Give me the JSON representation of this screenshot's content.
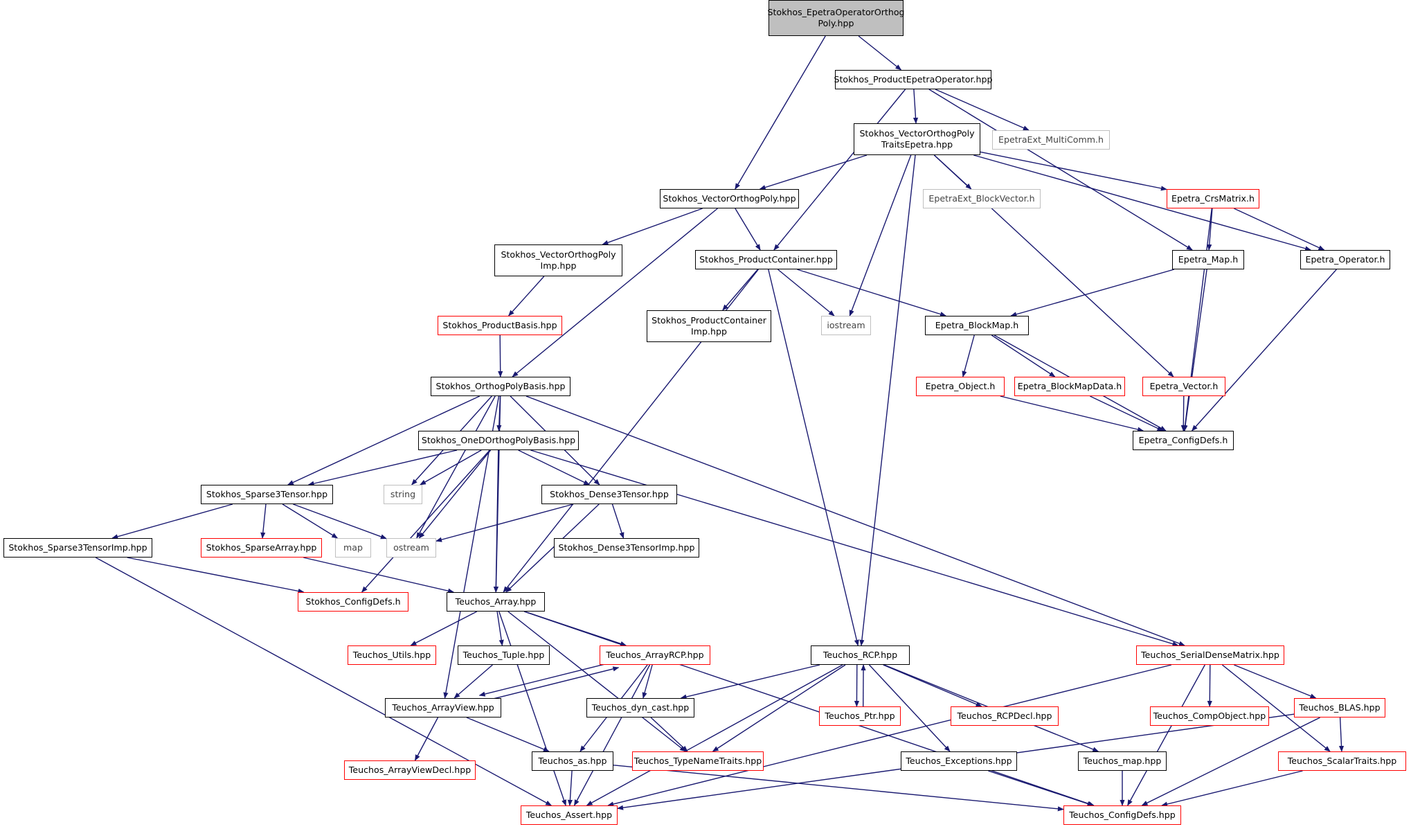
{
  "palette": {
    "edge": "#191970",
    "border": "#000000",
    "border_incomplete": "#ff0000",
    "border_external": "#bfbfbf",
    "focus_fill": "#bfbfbf"
  },
  "nodes": [
    {
      "id": "n0",
      "label": "Stokhos_EpetraOperatorOrthog\nPoly.hpp",
      "style": "focus"
    },
    {
      "id": "n1",
      "label": "Stokhos_ProductEpetraOperator.hpp",
      "style": "normal"
    },
    {
      "id": "n2",
      "label": "Stokhos_VectorOrthogPoly\nTraitsEpetra.hpp",
      "style": "normal"
    },
    {
      "id": "n3",
      "label": "EpetraExt_MultiComm.h",
      "style": "grey"
    },
    {
      "id": "n4",
      "label": "Stokhos_VectorOrthogPoly.hpp",
      "style": "normal"
    },
    {
      "id": "n5",
      "label": "EpetraExt_BlockVector.h",
      "style": "grey"
    },
    {
      "id": "n6",
      "label": "Epetra_CrsMatrix.h",
      "style": "red"
    },
    {
      "id": "n7",
      "label": "Stokhos_VectorOrthogPoly\nImp.hpp",
      "style": "normal"
    },
    {
      "id": "n8",
      "label": "Stokhos_ProductContainer.hpp",
      "style": "normal"
    },
    {
      "id": "n9",
      "label": "Epetra_Map.h",
      "style": "normal"
    },
    {
      "id": "n10",
      "label": "Epetra_Operator.h",
      "style": "normal"
    },
    {
      "id": "n11",
      "label": "Stokhos_ProductBasis.hpp",
      "style": "red"
    },
    {
      "id": "n12",
      "label": "Stokhos_ProductContainer\nImp.hpp",
      "style": "normal"
    },
    {
      "id": "n13",
      "label": "iostream",
      "style": "grey"
    },
    {
      "id": "n14",
      "label": "Epetra_BlockMap.h",
      "style": "normal"
    },
    {
      "id": "n15",
      "label": "Stokhos_OrthogPolyBasis.hpp",
      "style": "normal"
    },
    {
      "id": "n16",
      "label": "Epetra_Object.h",
      "style": "red"
    },
    {
      "id": "n17",
      "label": "Epetra_BlockMapData.h",
      "style": "red"
    },
    {
      "id": "n18",
      "label": "Epetra_Vector.h",
      "style": "red"
    },
    {
      "id": "n19",
      "label": "Epetra_ConfigDefs.h",
      "style": "normal"
    },
    {
      "id": "n20",
      "label": "Stokhos_OneDOrthogPolyBasis.hpp",
      "style": "normal"
    },
    {
      "id": "n21",
      "label": "Stokhos_Sparse3Tensor.hpp",
      "style": "normal"
    },
    {
      "id": "n22",
      "label": "string",
      "style": "grey"
    },
    {
      "id": "n23",
      "label": "Stokhos_Dense3Tensor.hpp",
      "style": "normal"
    },
    {
      "id": "n24",
      "label": "Stokhos_Sparse3TensorImp.hpp",
      "style": "normal"
    },
    {
      "id": "n25",
      "label": "Stokhos_SparseArray.hpp",
      "style": "red"
    },
    {
      "id": "n26",
      "label": "map",
      "style": "grey"
    },
    {
      "id": "n27",
      "label": "ostream",
      "style": "grey"
    },
    {
      "id": "n28",
      "label": "Stokhos_Dense3TensorImp.hpp",
      "style": "normal"
    },
    {
      "id": "n29",
      "label": "Stokhos_ConfigDefs.h",
      "style": "red"
    },
    {
      "id": "n30",
      "label": "Teuchos_Array.hpp",
      "style": "normal"
    },
    {
      "id": "n31",
      "label": "Teuchos_Utils.hpp",
      "style": "red"
    },
    {
      "id": "n32",
      "label": "Teuchos_Tuple.hpp",
      "style": "normal"
    },
    {
      "id": "n33",
      "label": "Teuchos_ArrayRCP.hpp",
      "style": "red"
    },
    {
      "id": "n34",
      "label": "Teuchos_RCP.hpp",
      "style": "normal"
    },
    {
      "id": "n35",
      "label": "Teuchos_SerialDenseMatrix.hpp",
      "style": "red"
    },
    {
      "id": "n36",
      "label": "Teuchos_ArrayView.hpp",
      "style": "normal"
    },
    {
      "id": "n37",
      "label": "Teuchos_dyn_cast.hpp",
      "style": "normal"
    },
    {
      "id": "n38",
      "label": "Teuchos_Ptr.hpp",
      "style": "red"
    },
    {
      "id": "n39",
      "label": "Teuchos_RCPDecl.hpp",
      "style": "red"
    },
    {
      "id": "n40",
      "label": "Teuchos_CompObject.hpp",
      "style": "red"
    },
    {
      "id": "n41",
      "label": "Teuchos_BLAS.hpp",
      "style": "red"
    },
    {
      "id": "n42",
      "label": "Teuchos_ArrayViewDecl.hpp",
      "style": "red"
    },
    {
      "id": "n43",
      "label": "Teuchos_as.hpp",
      "style": "normal"
    },
    {
      "id": "n44",
      "label": "Teuchos_TypeNameTraits.hpp",
      "style": "red"
    },
    {
      "id": "n45",
      "label": "Teuchos_Exceptions.hpp",
      "style": "normal"
    },
    {
      "id": "n46",
      "label": "Teuchos_map.hpp",
      "style": "normal"
    },
    {
      "id": "n47",
      "label": "Teuchos_ScalarTraits.hpp",
      "style": "red"
    },
    {
      "id": "n48",
      "label": "Teuchos_Assert.hpp",
      "style": "red"
    },
    {
      "id": "n49",
      "label": "Teuchos_ConfigDefs.hpp",
      "style": "red"
    }
  ],
  "edges": [
    [
      "n0",
      "n1"
    ],
    [
      "n0",
      "n4"
    ],
    [
      "n1",
      "n2"
    ],
    [
      "n1",
      "n3"
    ],
    [
      "n1",
      "n8"
    ],
    [
      "n1",
      "n9"
    ],
    [
      "n2",
      "n4"
    ],
    [
      "n2",
      "n5"
    ],
    [
      "n2",
      "n6"
    ],
    [
      "n2",
      "n10"
    ],
    [
      "n2",
      "n13"
    ],
    [
      "n2",
      "n18"
    ],
    [
      "n2",
      "n34"
    ],
    [
      "n4",
      "n7"
    ],
    [
      "n4",
      "n8"
    ],
    [
      "n4",
      "n15"
    ],
    [
      "n6",
      "n9"
    ],
    [
      "n6",
      "n10"
    ],
    [
      "n6",
      "n19"
    ],
    [
      "n7",
      "n11"
    ],
    [
      "n8",
      "n12"
    ],
    [
      "n8",
      "n13"
    ],
    [
      "n8",
      "n14"
    ],
    [
      "n8",
      "n34"
    ],
    [
      "n8",
      "n30"
    ],
    [
      "n9",
      "n14"
    ],
    [
      "n9",
      "n19"
    ],
    [
      "n10",
      "n19"
    ],
    [
      "n11",
      "n15"
    ],
    [
      "n14",
      "n16"
    ],
    [
      "n14",
      "n17"
    ],
    [
      "n14",
      "n19"
    ],
    [
      "n16",
      "n19"
    ],
    [
      "n17",
      "n19"
    ],
    [
      "n18",
      "n19"
    ],
    [
      "n15",
      "n20"
    ],
    [
      "n15",
      "n21"
    ],
    [
      "n15",
      "n22"
    ],
    [
      "n15",
      "n23"
    ],
    [
      "n15",
      "n27"
    ],
    [
      "n15",
      "n30"
    ],
    [
      "n15",
      "n36"
    ],
    [
      "n15",
      "n35"
    ],
    [
      "n20",
      "n21"
    ],
    [
      "n20",
      "n22"
    ],
    [
      "n20",
      "n23"
    ],
    [
      "n20",
      "n27"
    ],
    [
      "n20",
      "n29"
    ],
    [
      "n20",
      "n30"
    ],
    [
      "n20",
      "n35"
    ],
    [
      "n21",
      "n24"
    ],
    [
      "n21",
      "n25"
    ],
    [
      "n21",
      "n26"
    ],
    [
      "n21",
      "n27"
    ],
    [
      "n23",
      "n27"
    ],
    [
      "n23",
      "n28"
    ],
    [
      "n23",
      "n30"
    ],
    [
      "n24",
      "n29"
    ],
    [
      "n24",
      "n48"
    ],
    [
      "n25",
      "n30"
    ],
    [
      "n30",
      "n31"
    ],
    [
      "n30",
      "n32"
    ],
    [
      "n30",
      "n33"
    ],
    [
      "n30",
      "n44"
    ],
    [
      "n30",
      "n48"
    ],
    [
      "n30",
      "n49"
    ],
    [
      "n32",
      "n36"
    ],
    [
      "n33",
      "n36"
    ],
    [
      "n36",
      "n33"
    ],
    [
      "n33",
      "n37"
    ],
    [
      "n33",
      "n43"
    ],
    [
      "n33",
      "n48"
    ],
    [
      "n36",
      "n42"
    ],
    [
      "n36",
      "n43"
    ],
    [
      "n34",
      "n37"
    ],
    [
      "n34",
      "n38"
    ],
    [
      "n38",
      "n34"
    ],
    [
      "n34",
      "n39"
    ],
    [
      "n34",
      "n44"
    ],
    [
      "n34",
      "n45"
    ],
    [
      "n34",
      "n46"
    ],
    [
      "n34",
      "n48"
    ],
    [
      "n37",
      "n44"
    ],
    [
      "n43",
      "n48"
    ],
    [
      "n43",
      "n49"
    ],
    [
      "n45",
      "n49"
    ],
    [
      "n46",
      "n49"
    ],
    [
      "n35",
      "n40"
    ],
    [
      "n35",
      "n41"
    ],
    [
      "n35",
      "n47"
    ],
    [
      "n35",
      "n48"
    ],
    [
      "n35",
      "n49"
    ],
    [
      "n41",
      "n47"
    ],
    [
      "n41",
      "n48"
    ],
    [
      "n41",
      "n49"
    ],
    [
      "n47",
      "n49"
    ]
  ]
}
